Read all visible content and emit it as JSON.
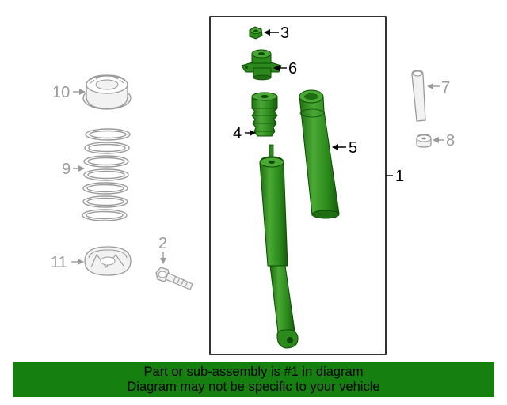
{
  "colors": {
    "highlight_fill": "#2c8a1d",
    "highlight_dark": "#0e4c06",
    "highlight_light": "#4aa834",
    "ghost_stroke": "#9a9a9a",
    "ghost_fill": "#f2f2f2",
    "black": "#000000",
    "banner_bg": "#157f10"
  },
  "callouts": {
    "c1": "1",
    "c2": "2",
    "c3": "3",
    "c4": "4",
    "c5": "5",
    "c6": "6",
    "c7": "7",
    "c8": "8",
    "c9": "9",
    "c10": "10",
    "c11": "11"
  },
  "parts": [
    {
      "number": "1",
      "icon": "shock-absorber-assembly-icon",
      "highlighted": true
    },
    {
      "number": "2",
      "icon": "bolt-icon",
      "highlighted": false
    },
    {
      "number": "3",
      "icon": "nut-icon",
      "highlighted": true
    },
    {
      "number": "4",
      "icon": "bump-stop-icon",
      "highlighted": true
    },
    {
      "number": "5",
      "icon": "dust-boot-icon",
      "highlighted": true
    },
    {
      "number": "6",
      "icon": "upper-mount-icon",
      "highlighted": true
    },
    {
      "number": "7",
      "icon": "sleeve-icon",
      "highlighted": false
    },
    {
      "number": "8",
      "icon": "bushing-icon",
      "highlighted": false
    },
    {
      "number": "9",
      "icon": "coil-spring-icon",
      "highlighted": false
    },
    {
      "number": "10",
      "icon": "upper-spring-seat-icon",
      "highlighted": false
    },
    {
      "number": "11",
      "icon": "lower-spring-seat-icon",
      "highlighted": false
    }
  ],
  "banner": {
    "line1": "Part or sub-assembly is #1 in diagram",
    "line2": "Diagram may not be specific to your vehicle"
  }
}
